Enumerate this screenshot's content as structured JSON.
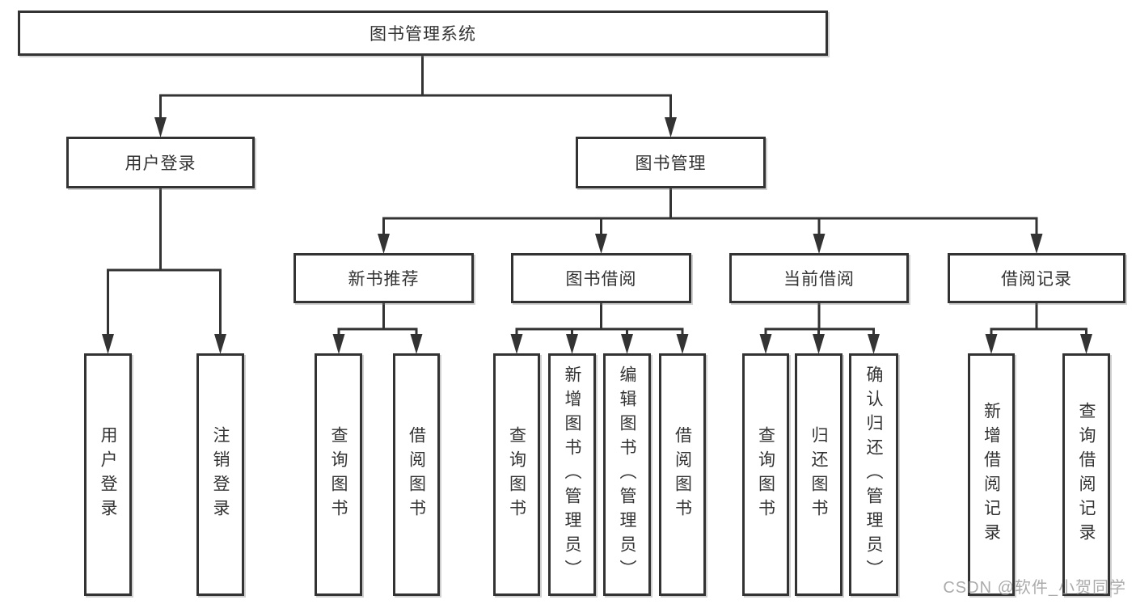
{
  "diagram": {
    "type": "tree",
    "root": {
      "label": "图书管理系统"
    },
    "level2": [
      {
        "label": "用户登录",
        "parent": "图书管理系统"
      },
      {
        "label": "图书管理",
        "parent": "图书管理系统"
      }
    ],
    "level3": [
      {
        "label": "新书推荐",
        "parent": "图书管理"
      },
      {
        "label": "图书借阅",
        "parent": "图书管理"
      },
      {
        "label": "当前借阅",
        "parent": "图书管理"
      },
      {
        "label": "借阅记录",
        "parent": "图书管理"
      }
    ],
    "leaves": [
      {
        "label": "用户登录",
        "parent": "用户登录"
      },
      {
        "label": "注销登录",
        "parent": "用户登录"
      },
      {
        "label": "查询图书",
        "parent": "新书推荐"
      },
      {
        "label": "借阅图书",
        "parent": "新书推荐"
      },
      {
        "label": "查询图书",
        "parent": "图书借阅"
      },
      {
        "label": "新增图书（管理员）",
        "parent": "图书借阅"
      },
      {
        "label": "编辑图书（管理员）",
        "parent": "图书借阅"
      },
      {
        "label": "借阅图书",
        "parent": "图书借阅"
      },
      {
        "label": "查询图书",
        "parent": "当前借阅"
      },
      {
        "label": "归还图书",
        "parent": "当前借阅"
      },
      {
        "label": "确认归还（管理员）",
        "parent": "当前借阅"
      },
      {
        "label": "新增借阅记录",
        "parent": "借阅记录"
      },
      {
        "label": "查询借阅记录",
        "parent": "借阅记录"
      }
    ],
    "watermark": "CSDN @软件_小贺同学",
    "colors": {
      "line": "#333333",
      "text": "#333333",
      "background": "#ffffff",
      "watermark": "#969696"
    }
  }
}
